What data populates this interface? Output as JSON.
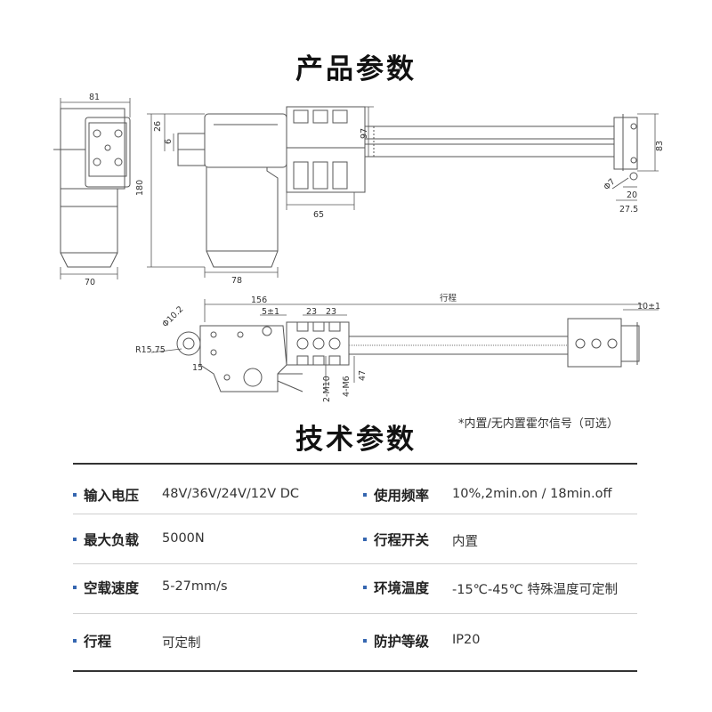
{
  "section1_title": "产品参数",
  "section2_title": "技术参数",
  "hall_note": "*内置/无内置霍尔信号（可选）",
  "dims": {
    "d81": "81",
    "d70": "70",
    "d180": "180",
    "d26": "26",
    "d6": "6",
    "d78": "78",
    "d65": "65",
    "d97": "97",
    "d83": "83",
    "d7": "Φ7",
    "d20": "20",
    "d27_5": "27.5",
    "d156": "156",
    "d5pm1": "5±1",
    "d23a": "23",
    "d23b": "23",
    "stroke": "行程",
    "d10pm1": "10±1",
    "d10_2": "Φ10.2",
    "r15_75": "R15.75",
    "d15": "15",
    "m10": "2-M10",
    "m6": "4-M6",
    "d47": "47"
  },
  "specs": [
    {
      "label": "输入电压",
      "value": "48V/36V/24V/12V DC"
    },
    {
      "label": "使用频率",
      "value": "10%,2min.on / 18min.off"
    },
    {
      "label": "最大负载",
      "value": "5000N"
    },
    {
      "label": "行程开关",
      "value": "内置"
    },
    {
      "label": "空载速度",
      "value": "5-27mm/s"
    },
    {
      "label": "环境温度",
      "value": "-15℃-45℃ 特殊温度可定制"
    },
    {
      "label": "行程",
      "value": "可定制"
    },
    {
      "label": "防护等级",
      "value": "IP20"
    }
  ],
  "colors": {
    "bullet": "#3566b0",
    "line": "#444444"
  }
}
